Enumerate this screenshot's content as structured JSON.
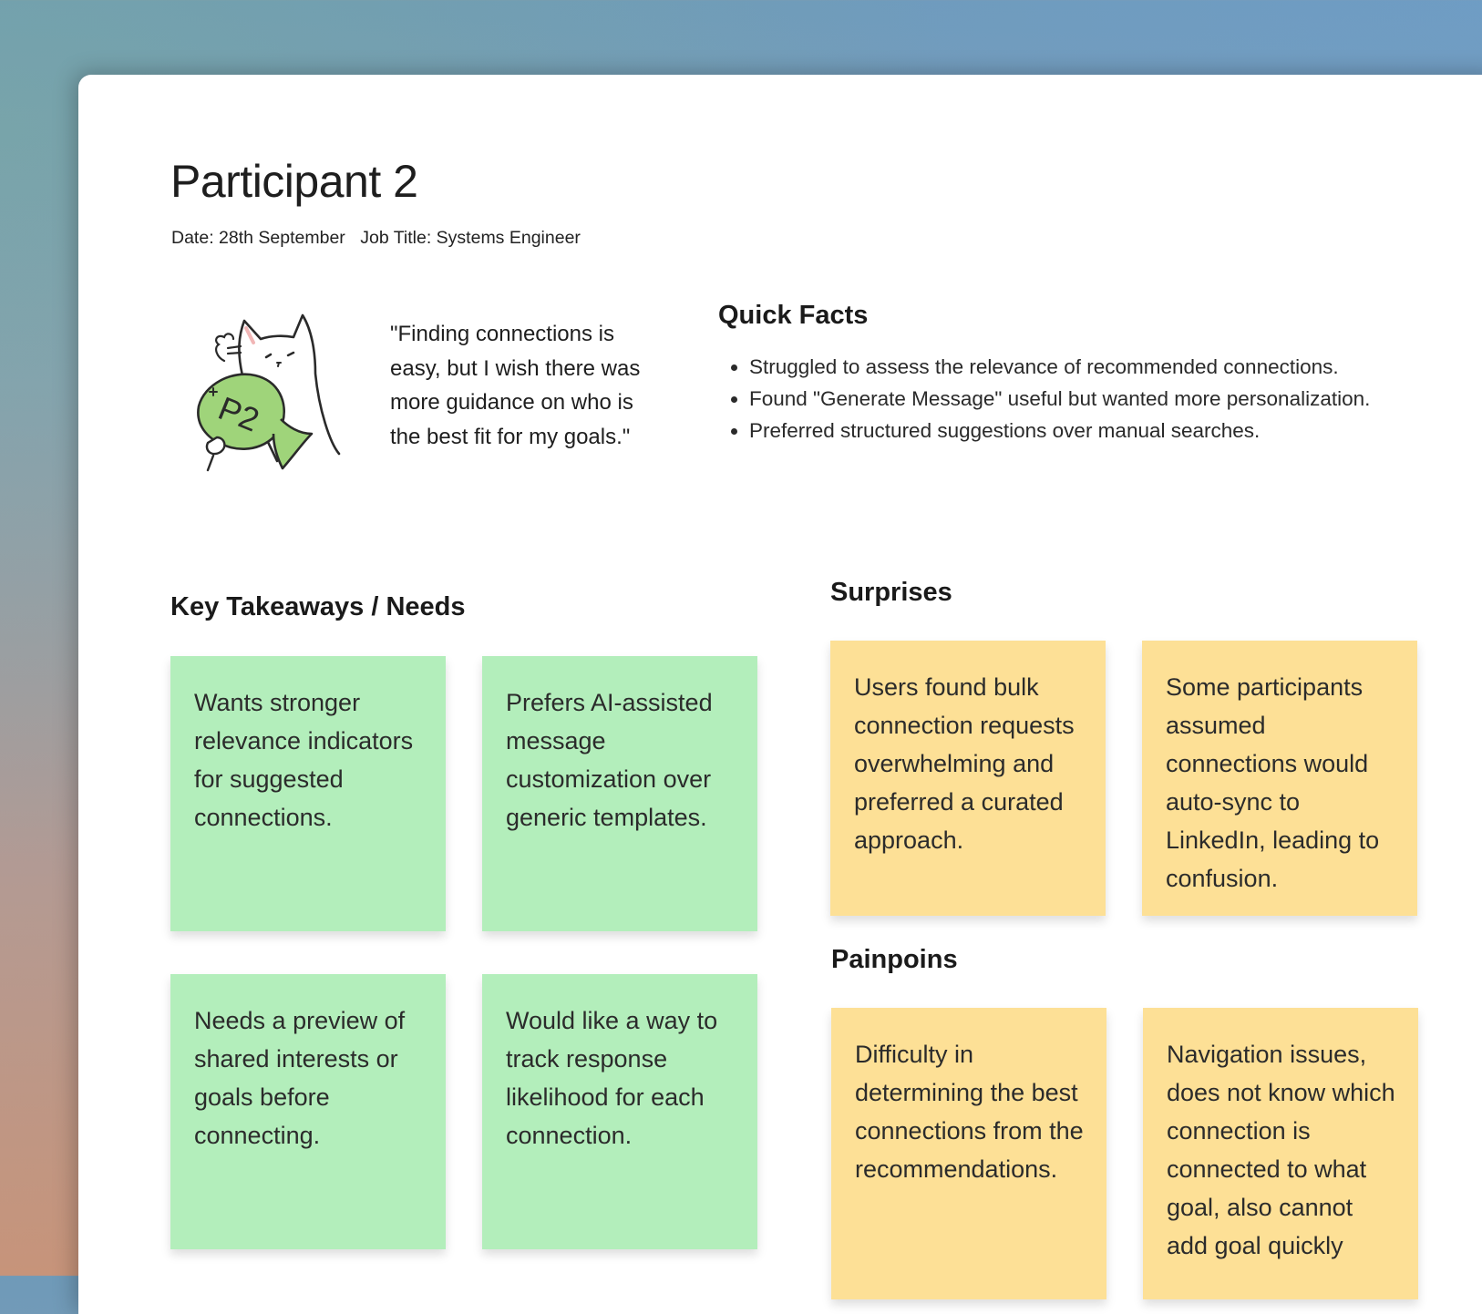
{
  "header": {
    "title": "Participant 2",
    "date": "Date: 28th September",
    "job_title": "Job Title: Systems Engineer"
  },
  "persona": {
    "illustration": "cat-holding-fish-p2-icon",
    "badge_text": "P2",
    "quote": "\"Finding connections is easy, but I wish there was more guidance on who is the best fit for my goals.\""
  },
  "quick_facts": {
    "heading": "Quick Facts",
    "items": [
      "Struggled to assess the relevance of recommended connections.",
      "Found \"Generate Message\" useful but wanted more personalization.",
      "Preferred structured suggestions over manual searches."
    ]
  },
  "key_takeaways": {
    "heading": "Key Takeaways / Needs",
    "notes": [
      "Wants stronger relevance indicators for suggested connections.",
      "Prefers AI-assisted message customization over generic templates.",
      "Needs a preview of shared interests or goals before connecting.",
      "Would like a way to track response likelihood for each connection."
    ]
  },
  "surprises": {
    "heading": "Surprises",
    "notes": [
      "Users found bulk connection requests overwhelming and preferred a curated approach.",
      "Some participants assumed connections would auto-sync to LinkedIn, leading to confusion."
    ]
  },
  "painpoints": {
    "heading": "Painpoins",
    "notes": [
      "Difficulty in determining the best connections from the recommendations.",
      "Navigation issues, does not know which connection is connected to what goal, also cannot add goal quickly"
    ]
  },
  "colors": {
    "green_note": "#b3eebb",
    "yellow_note": "#fde096",
    "canvas": "#ffffff"
  }
}
